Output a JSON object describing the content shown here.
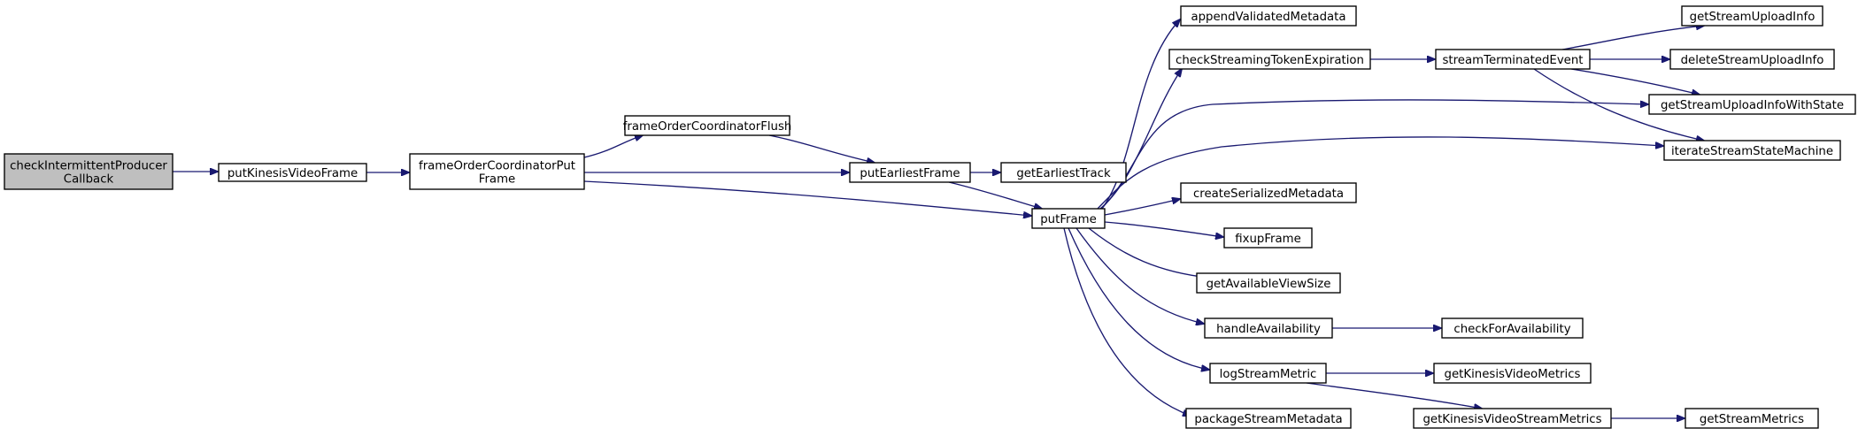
{
  "colors": {
    "edge": "#191970",
    "node_fill": "#ffffff",
    "root_fill": "#bfbfbf",
    "border": "#000000"
  },
  "nodes": {
    "checkIntermittentProducerCallback": {
      "lines": [
        "checkIntermittentProducer",
        "Callback"
      ],
      "root": true
    },
    "putKinesisVideoFrame": {
      "lines": [
        "putKinesisVideoFrame"
      ]
    },
    "frameOrderCoordinatorPutFrame": {
      "lines": [
        "frameOrderCoordinatorPut",
        "Frame"
      ]
    },
    "frameOrderCoordinatorFlush": {
      "lines": [
        "frameOrderCoordinatorFlush"
      ]
    },
    "putEarliestFrame": {
      "lines": [
        "putEarliestFrame"
      ]
    },
    "getEarliestTrack": {
      "lines": [
        "getEarliestTrack"
      ]
    },
    "putFrame": {
      "lines": [
        "putFrame"
      ]
    },
    "appendValidatedMetadata": {
      "lines": [
        "appendValidatedMetadata"
      ]
    },
    "checkStreamingTokenExpiration": {
      "lines": [
        "checkStreamingTokenExpiration"
      ]
    },
    "streamTerminatedEvent": {
      "lines": [
        "streamTerminatedEvent"
      ]
    },
    "getStreamUploadInfo": {
      "lines": [
        "getStreamUploadInfo"
      ]
    },
    "deleteStreamUploadInfo": {
      "lines": [
        "deleteStreamUploadInfo"
      ]
    },
    "getStreamUploadInfoWithState": {
      "lines": [
        "getStreamUploadInfoWithState"
      ]
    },
    "iterateStreamStateMachine": {
      "lines": [
        "iterateStreamStateMachine"
      ]
    },
    "createSerializedMetadata": {
      "lines": [
        "createSerializedMetadata"
      ]
    },
    "fixupFrame": {
      "lines": [
        "fixupFrame"
      ]
    },
    "getAvailableViewSize": {
      "lines": [
        "getAvailableViewSize"
      ]
    },
    "handleAvailability": {
      "lines": [
        "handleAvailability"
      ]
    },
    "checkForAvailability": {
      "lines": [
        "checkForAvailability"
      ]
    },
    "logStreamMetric": {
      "lines": [
        "logStreamMetric"
      ]
    },
    "getKinesisVideoMetrics": {
      "lines": [
        "getKinesisVideoMetrics"
      ]
    },
    "getKinesisVideoStreamMetrics": {
      "lines": [
        "getKinesisVideoStreamMetrics"
      ]
    },
    "getStreamMetrics": {
      "lines": [
        "getStreamMetrics"
      ]
    },
    "packageStreamMetadata": {
      "lines": [
        "packageStreamMetadata"
      ]
    }
  },
  "edges": [
    [
      "checkIntermittentProducerCallback",
      "putKinesisVideoFrame"
    ],
    [
      "putKinesisVideoFrame",
      "frameOrderCoordinatorPutFrame"
    ],
    [
      "frameOrderCoordinatorPutFrame",
      "frameOrderCoordinatorFlush"
    ],
    [
      "frameOrderCoordinatorPutFrame",
      "putEarliestFrame"
    ],
    [
      "frameOrderCoordinatorPutFrame",
      "putFrame"
    ],
    [
      "frameOrderCoordinatorFlush",
      "putEarliestFrame"
    ],
    [
      "putEarliestFrame",
      "getEarliestTrack"
    ],
    [
      "putEarliestFrame",
      "putFrame"
    ],
    [
      "putFrame",
      "appendValidatedMetadata"
    ],
    [
      "putFrame",
      "checkStreamingTokenExpiration"
    ],
    [
      "putFrame",
      "getStreamUploadInfoWithState"
    ],
    [
      "putFrame",
      "iterateStreamStateMachine"
    ],
    [
      "putFrame",
      "createSerializedMetadata"
    ],
    [
      "putFrame",
      "fixupFrame"
    ],
    [
      "putFrame",
      "getAvailableViewSize"
    ],
    [
      "putFrame",
      "handleAvailability"
    ],
    [
      "putFrame",
      "logStreamMetric"
    ],
    [
      "putFrame",
      "packageStreamMetadata"
    ],
    [
      "checkStreamingTokenExpiration",
      "streamTerminatedEvent"
    ],
    [
      "streamTerminatedEvent",
      "getStreamUploadInfo"
    ],
    [
      "streamTerminatedEvent",
      "deleteStreamUploadInfo"
    ],
    [
      "streamTerminatedEvent",
      "getStreamUploadInfoWithState"
    ],
    [
      "streamTerminatedEvent",
      "iterateStreamStateMachine"
    ],
    [
      "handleAvailability",
      "checkForAvailability"
    ],
    [
      "logStreamMetric",
      "getKinesisVideoMetrics"
    ],
    [
      "logStreamMetric",
      "getKinesisVideoStreamMetrics"
    ],
    [
      "getKinesisVideoStreamMetrics",
      "getStreamMetrics"
    ]
  ]
}
